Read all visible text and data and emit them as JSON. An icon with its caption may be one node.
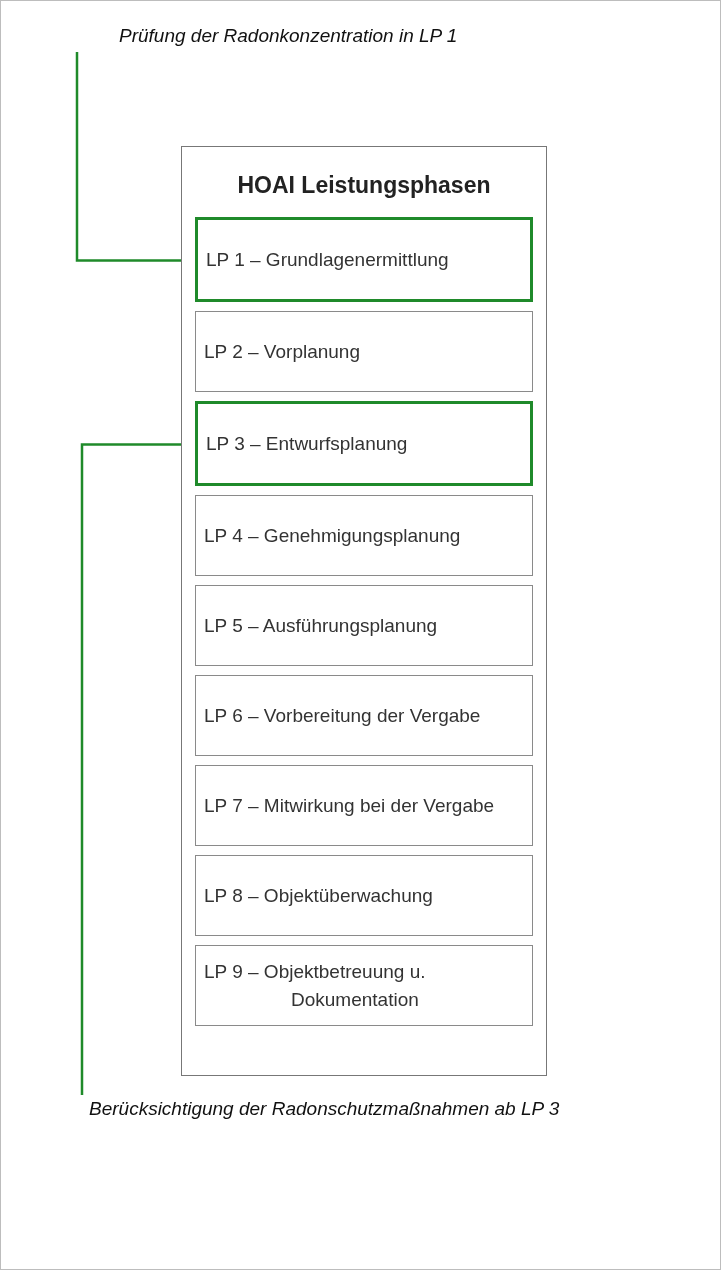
{
  "diagram": {
    "nodes": [
      {
        "text": [
          "Prüfung der Radonkonzentration in LP 1"
        ]
      },
      {
        "text": [
          "HOAI Leistungsphasen"
        ]
      },
      {
        "text": [
          "LP 1 – Grundlagenermittlung"
        ],
        "in": 1
      },
      {
        "text": [
          "LP 2 – Vorplanung"
        ],
        "in": 1
      },
      {
        "text": [
          "LP 3 – Entwurfsplanung"
        ],
        "in": 1
      },
      {
        "text": [
          "LP 4 – Genehmigungsplanung"
        ],
        "in": 1
      },
      {
        "text": [
          "LP 5 – Ausführungsplanung"
        ],
        "in": 1
      },
      {
        "text": [
          "LP 6 – Vorbereitung der Vergabe"
        ],
        "in": 1
      },
      {
        "text": [
          "LP 7 – Mitwirkung bei der Vergabe"
        ],
        "in": 1
      },
      {
        "text": [
          "LP 8 – Objektüberwachung"
        ],
        "in": 1
      },
      {
        "text": [
          "LP 9 – Objektbetreuung u. Dokumentation"
        ],
        "in": 1
      },
      {
        "text": [
          "Berücksichtigung der Radonschutzmaßnahmen ab LP 3"
        ]
      }
    ],
    "edges": [
      {
        "from": 0,
        "to": 2,
        "arrow": "none"
      },
      {
        "from": 11,
        "to": 4,
        "arrow": "none"
      }
    ]
  }
}
